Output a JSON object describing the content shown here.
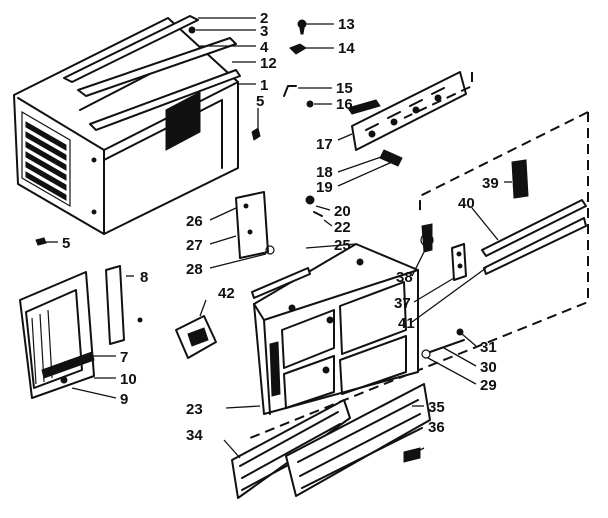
{
  "callouts": [
    {
      "id": "c2",
      "text": "2"
    },
    {
      "id": "c3",
      "text": "3"
    },
    {
      "id": "c4",
      "text": "4"
    },
    {
      "id": "c12",
      "text": "12"
    },
    {
      "id": "c1",
      "text": "1"
    },
    {
      "id": "c5a",
      "text": "5"
    },
    {
      "id": "c5b",
      "text": "5"
    },
    {
      "id": "c13",
      "text": "13"
    },
    {
      "id": "c14",
      "text": "14"
    },
    {
      "id": "c15",
      "text": "15"
    },
    {
      "id": "c16",
      "text": "16"
    },
    {
      "id": "c17",
      "text": "17"
    },
    {
      "id": "c18",
      "text": "18"
    },
    {
      "id": "c19",
      "text": "19"
    },
    {
      "id": "c20",
      "text": "20"
    },
    {
      "id": "c22",
      "text": "22"
    },
    {
      "id": "c25",
      "text": "25"
    },
    {
      "id": "c26",
      "text": "26"
    },
    {
      "id": "c27",
      "text": "27"
    },
    {
      "id": "c28",
      "text": "28"
    },
    {
      "id": "c39",
      "text": "39"
    },
    {
      "id": "c40",
      "text": "40"
    },
    {
      "id": "c38",
      "text": "38"
    },
    {
      "id": "c37",
      "text": "37"
    },
    {
      "id": "c41",
      "text": "41"
    },
    {
      "id": "c8",
      "text": "8"
    },
    {
      "id": "c42",
      "text": "42"
    },
    {
      "id": "c7",
      "text": "7"
    },
    {
      "id": "c10",
      "text": "10"
    },
    {
      "id": "c9",
      "text": "9"
    },
    {
      "id": "c31",
      "text": "31"
    },
    {
      "id": "c30",
      "text": "30"
    },
    {
      "id": "c29",
      "text": "29"
    },
    {
      "id": "c23",
      "text": "23"
    },
    {
      "id": "c35",
      "text": "35"
    },
    {
      "id": "c34",
      "text": "34"
    },
    {
      "id": "c36",
      "text": "36"
    }
  ]
}
